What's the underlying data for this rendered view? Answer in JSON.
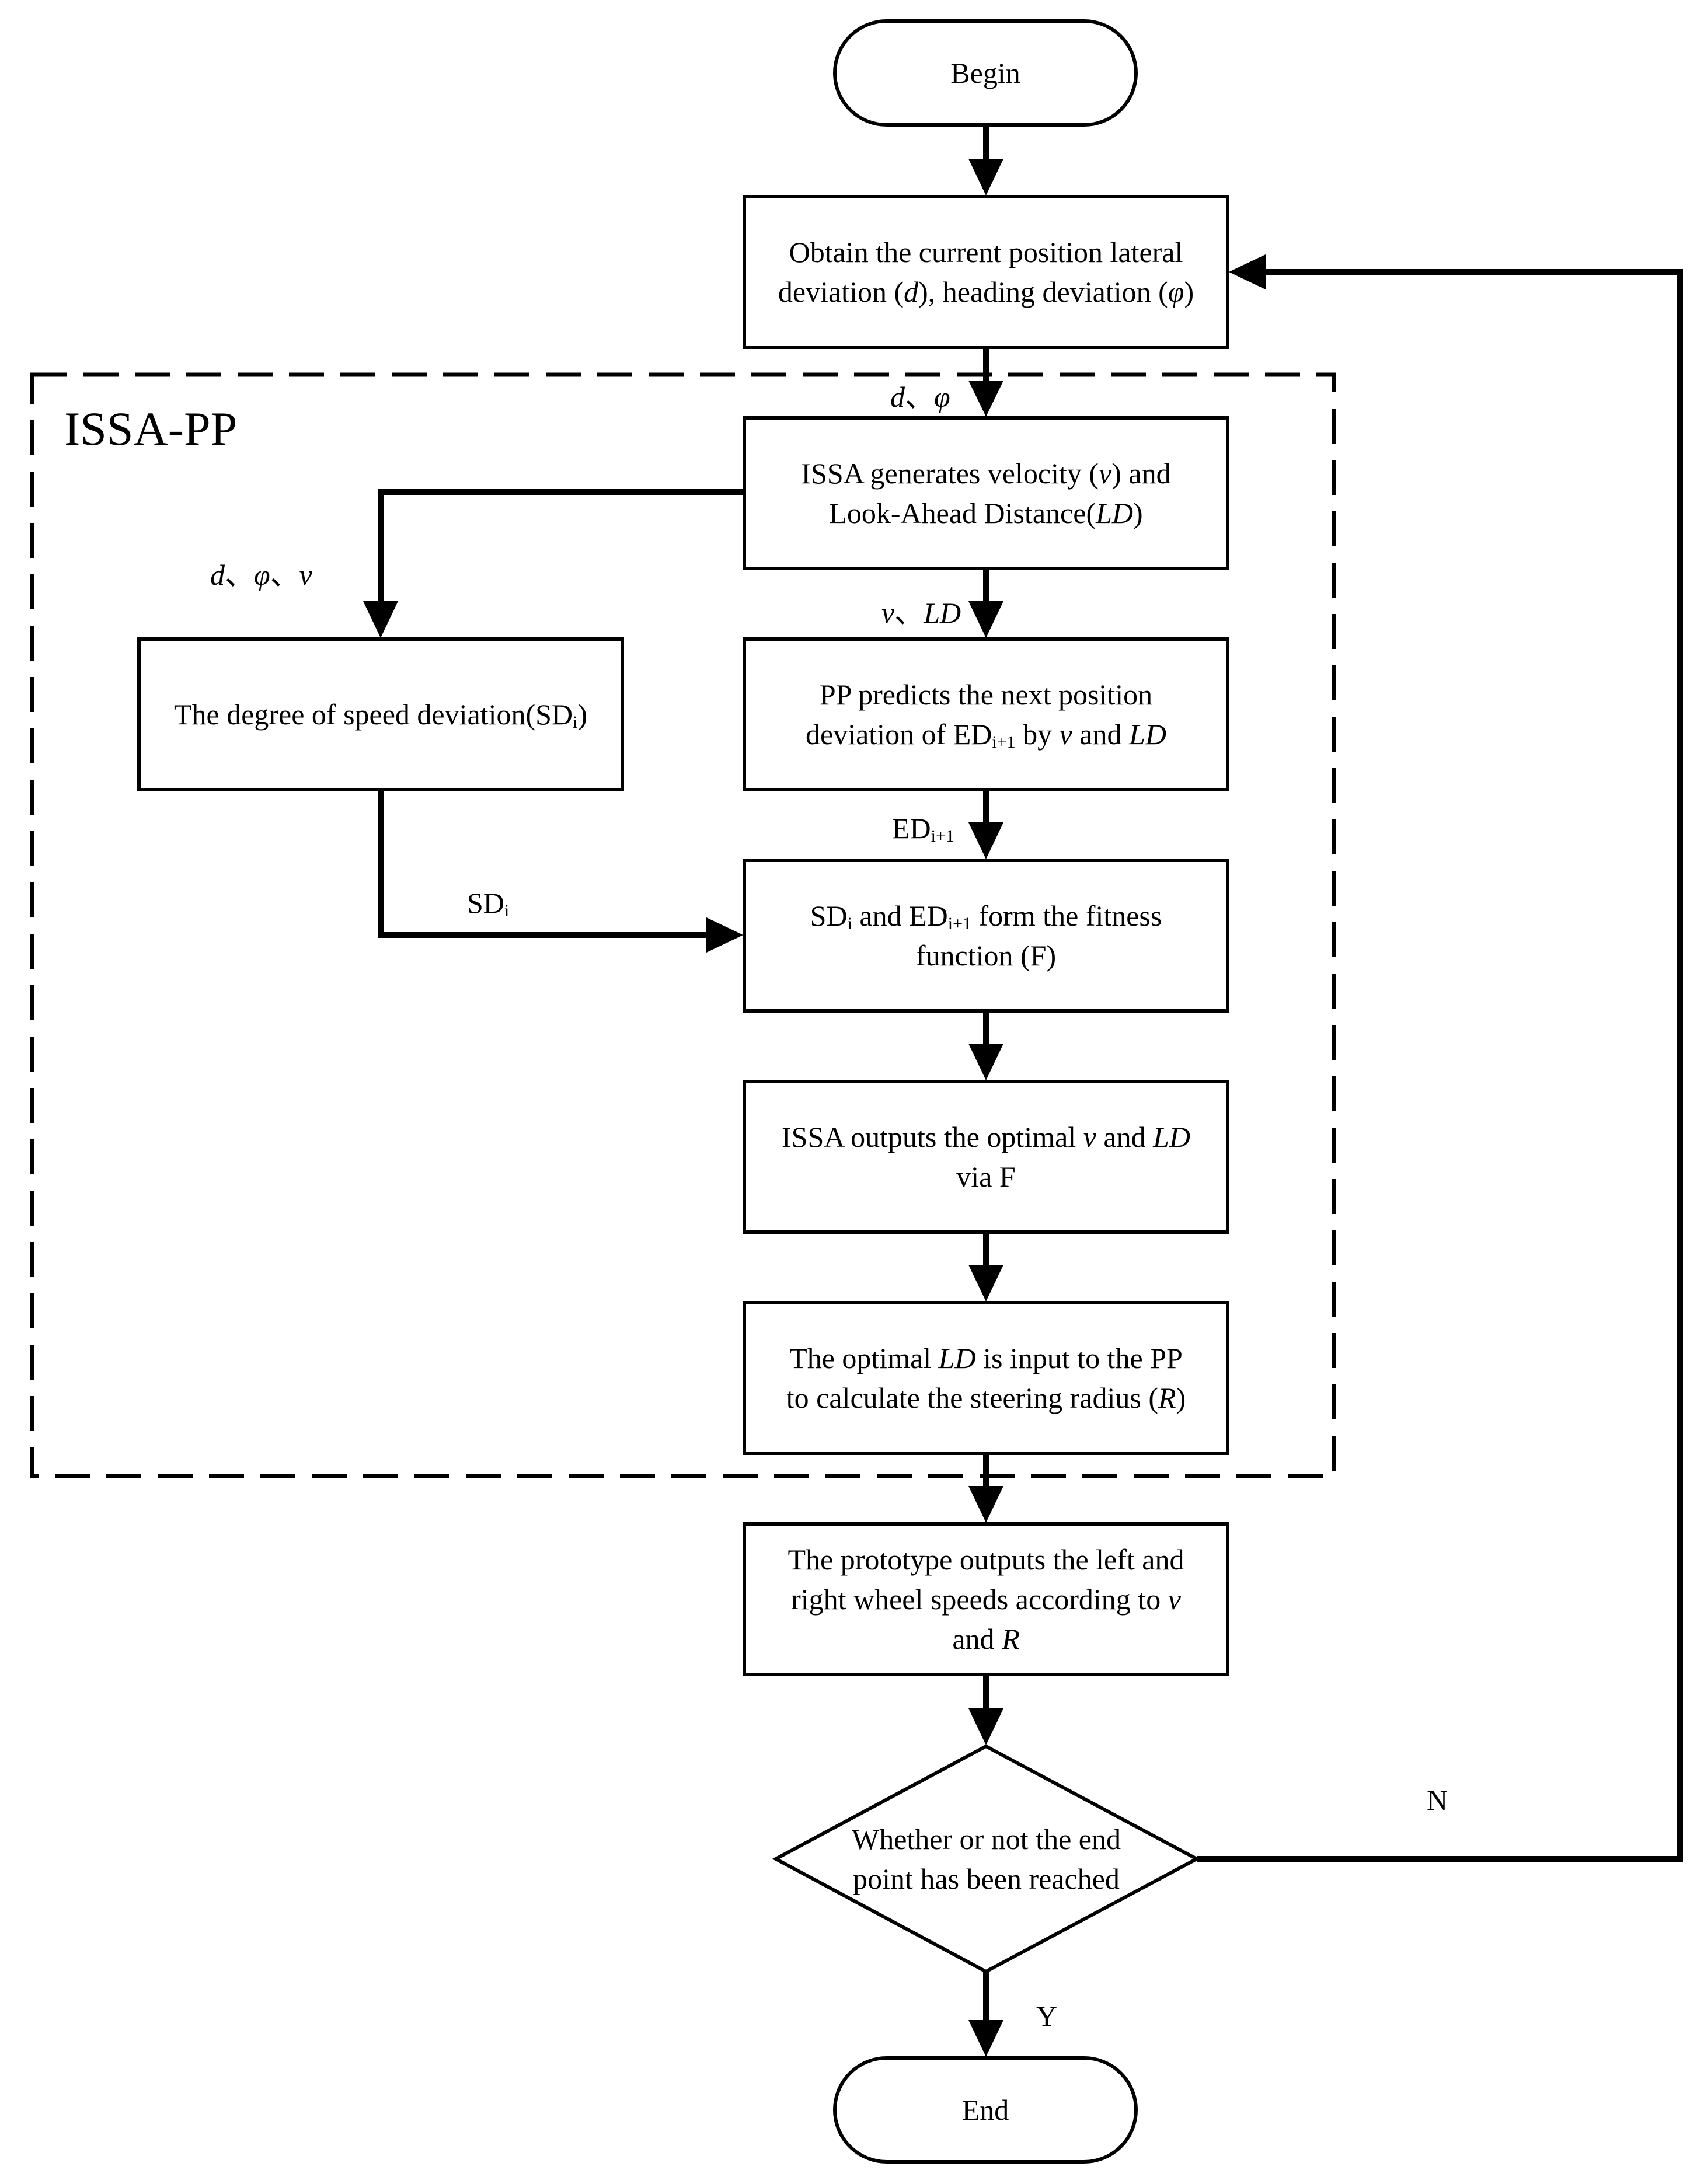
{
  "diagram": {
    "group_label": "ISSA-PP",
    "nodes": {
      "begin": "Begin",
      "obtain": {
        "l1a": "Obtain the current position lateral",
        "l2a": "deviation (",
        "d": "d",
        "l2b": "), heading deviation (",
        "phi": "φ",
        "l2c": ")"
      },
      "issa_gen": {
        "l1a": "ISSA generates velocity (",
        "v": "v",
        "l1b": ") and",
        "l2a": "Look-Ahead Distance(",
        "ld": "LD",
        "l2b": ")"
      },
      "speed_dev": {
        "text": "The degree of speed deviation(SD",
        "sub": "i",
        "end": ")"
      },
      "pp_predict": {
        "l1": "PP predicts the next position",
        "l2a": "deviation of ED",
        "sub": "i+1",
        "l2b": " by ",
        "v": "v",
        "l2c": " and ",
        "ld": "LD"
      },
      "fitness": {
        "sd": "SD",
        "sub_i": "i",
        "mid": " and ED",
        "sub_i1": "i+1",
        "l1b": " form the fitness",
        "l2": "function (F)"
      },
      "issa_out": {
        "l1a": "ISSA outputs the optimal ",
        "v": "v",
        "l1b": " and ",
        "ld": "LD",
        "l2": "via F"
      },
      "optimal_ld": {
        "l1a": "The optimal ",
        "ld": "LD",
        "l1b": " is input to the PP",
        "l2a": "to calculate the steering radius (",
        "r": "R",
        "l2b": ")"
      },
      "prototype": {
        "l1": "The prototype outputs the left and",
        "l2a": "right wheel speeds according to ",
        "v": "v",
        "l3a": "and ",
        "r": "R"
      },
      "decision": {
        "l1": "Whether or not the end",
        "l2": "point has been reached"
      },
      "end": "End"
    },
    "edge_labels": {
      "d_phi": {
        "d": "d",
        "sep": "、",
        "phi": "φ"
      },
      "d_phi_v": {
        "d": "d",
        "sep1": "、",
        "phi": "φ",
        "sep2": "、",
        "v": "v"
      },
      "v_ld": {
        "v": "v",
        "sep": "、",
        "ld": "LD"
      },
      "ed": {
        "text": "ED",
        "sub": "i+1"
      },
      "sd": {
        "text": "SD",
        "sub": "i"
      },
      "no": "N",
      "yes": "Y"
    }
  }
}
